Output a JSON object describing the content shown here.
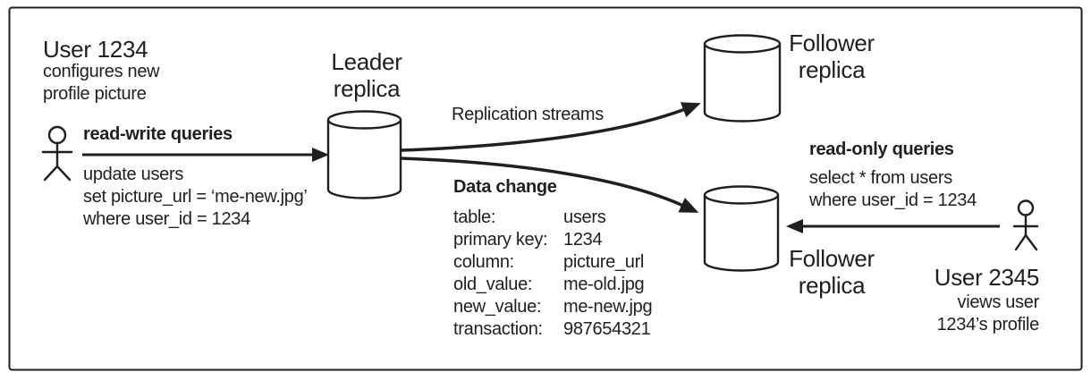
{
  "palette": {
    "ink": "#1f1f1f",
    "background": "#ffffff"
  },
  "left_user": {
    "name": "User 1234",
    "description": [
      "configures new",
      "profile picture"
    ]
  },
  "read_write": {
    "label": "read-write queries",
    "query": [
      "update users",
      "set picture_url = ‘me-new.jpg’",
      "where user_id = 1234"
    ]
  },
  "leader": {
    "label": [
      "Leader",
      "replica"
    ]
  },
  "replication": {
    "label": "Replication streams"
  },
  "data_change": {
    "title": "Data change",
    "rows": [
      {
        "key": "table:",
        "value": "users"
      },
      {
        "key": "primary key:",
        "value": "1234"
      },
      {
        "key": "column:",
        "value": "picture_url"
      },
      {
        "key": "old_value:",
        "value": "me-old.jpg"
      },
      {
        "key": "new_value:",
        "value": "me-new.jpg"
      },
      {
        "key": "transaction:",
        "value": "987654321"
      }
    ]
  },
  "follower_top": {
    "label": [
      "Follower",
      "replica"
    ]
  },
  "follower_bottom": {
    "label": [
      "Follower",
      "replica"
    ]
  },
  "read_only": {
    "label": "read-only queries",
    "query": [
      "select * from users",
      "where user_id = 1234"
    ]
  },
  "right_user": {
    "name": "User 2345",
    "description": [
      "views user",
      "1234’s profile"
    ]
  },
  "icons": {
    "left_user": "person-stick-figure",
    "right_user": "person-stick-figure",
    "leader": "database-cylinder",
    "follower_top": "database-cylinder",
    "follower_bottom": "database-cylinder"
  }
}
